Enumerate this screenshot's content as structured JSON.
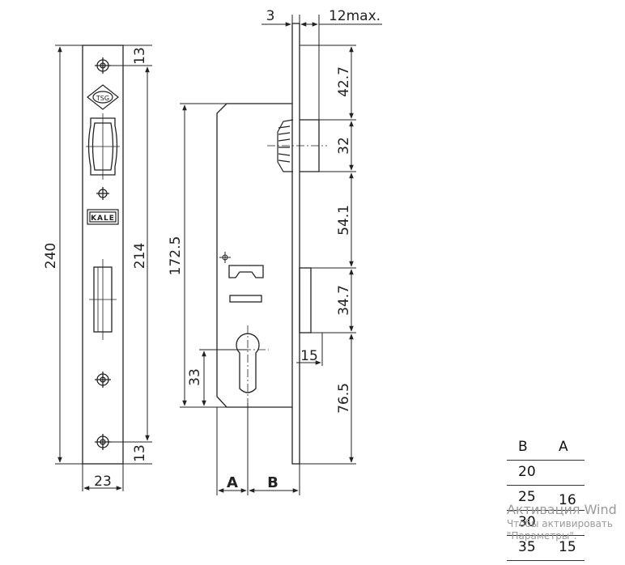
{
  "dimensions": {
    "front_total": "240",
    "front_holes": "214",
    "front_top_offset": "13",
    "front_bottom_offset": "13",
    "front_width": "23",
    "backset": "172.5",
    "cylinder_height": "33",
    "faceplate": "3",
    "bolt_throw": "12max.",
    "d_42": "42.7",
    "d_32": "32",
    "d_54": "54.1",
    "d_34": "34.7",
    "d_76": "76.5",
    "d_15": "15",
    "label_a": "A",
    "label_b": "B"
  },
  "logos": {
    "tsg": "TSG",
    "kale": "KALE"
  },
  "table": {
    "header_b": "B",
    "header_a": "A",
    "rows": [
      {
        "b": "20",
        "a": ""
      },
      {
        "b": "25",
        "a": "16"
      },
      {
        "b": "30",
        "a": ""
      },
      {
        "b": "35",
        "a": "15"
      }
    ]
  },
  "watermark": {
    "line1": "Активация Wind",
    "line2": "Чтобы активировать",
    "line3": "\"Параметры\"."
  }
}
